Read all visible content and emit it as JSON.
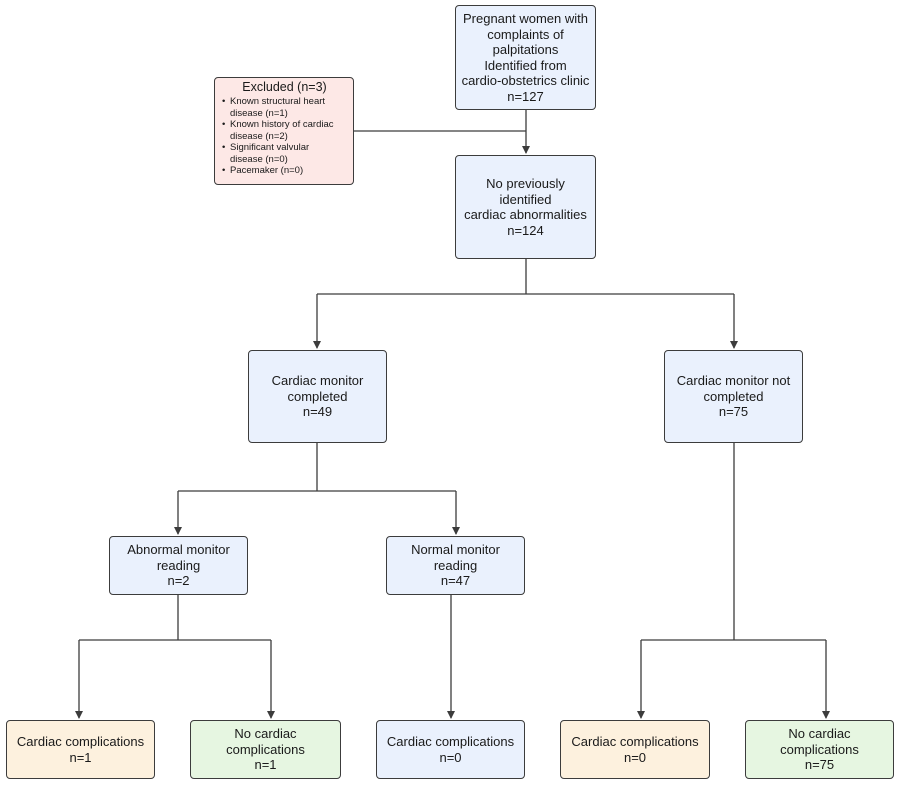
{
  "nodes": {
    "top": [
      "Pregnant women with",
      "complaints of",
      "palpitations",
      "Identified from",
      "cardio-obstetrics clinic",
      "n=127"
    ],
    "excluded": {
      "title": "Excluded (n=3)",
      "items": [
        [
          "Known structural heart",
          "disease (n=1)"
        ],
        [
          "Known history of cardiac",
          "disease (n=2)"
        ],
        [
          "Significant valvular",
          "disease (n=0)"
        ],
        [
          "Pacemaker (n=0)"
        ]
      ]
    },
    "no_abnormal": [
      "No previously identified",
      "cardiac abnormalities",
      "n=124"
    ],
    "monitor_completed": [
      "Cardiac monitor",
      "completed",
      "n=49"
    ],
    "monitor_not_completed": [
      "Cardiac monitor not",
      "completed",
      "n=75"
    ],
    "abnormal_reading": [
      "Abnormal monitor",
      "reading",
      "n=2"
    ],
    "normal_reading": [
      "Normal monitor",
      "reading",
      "n=47"
    ],
    "leaf1": [
      "Cardiac complications",
      "n=1"
    ],
    "leaf2": [
      "No cardiac complications",
      "n=1"
    ],
    "leaf3": [
      "Cardiac complications",
      "n=0"
    ],
    "leaf4": [
      "Cardiac complications",
      "n=0"
    ],
    "leaf5": [
      "No cardiac complications",
      "n=75"
    ]
  },
  "colors": {
    "line": "#3c3c3c",
    "blue_fill": "#eaf1fd",
    "orange_fill": "#fdf1de",
    "green_fill": "#e6f6e1",
    "pink_fill": "#fde8e6"
  }
}
